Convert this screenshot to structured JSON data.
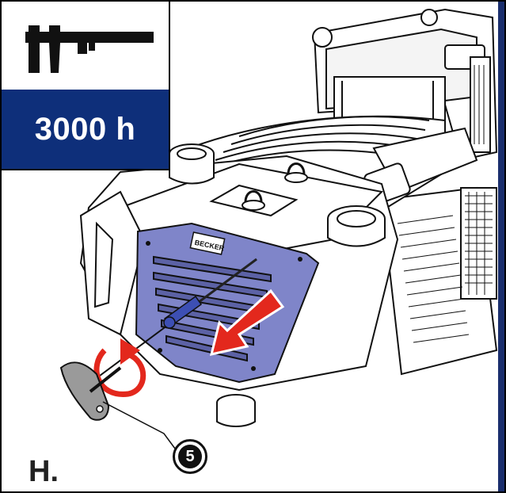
{
  "badge": {
    "icon": "caliper-icon",
    "interval": "3000 h"
  },
  "step": {
    "label": "H."
  },
  "callout": {
    "number": "5"
  },
  "illustration": {
    "subject": "vacuum-pump-cover-removal",
    "logo_text": "BECKER",
    "colors": {
      "cover": "#7f85c9",
      "arrow": "#e3281d",
      "badge_bg": "#0e2f7a",
      "tool": "#9a9a9a"
    }
  }
}
